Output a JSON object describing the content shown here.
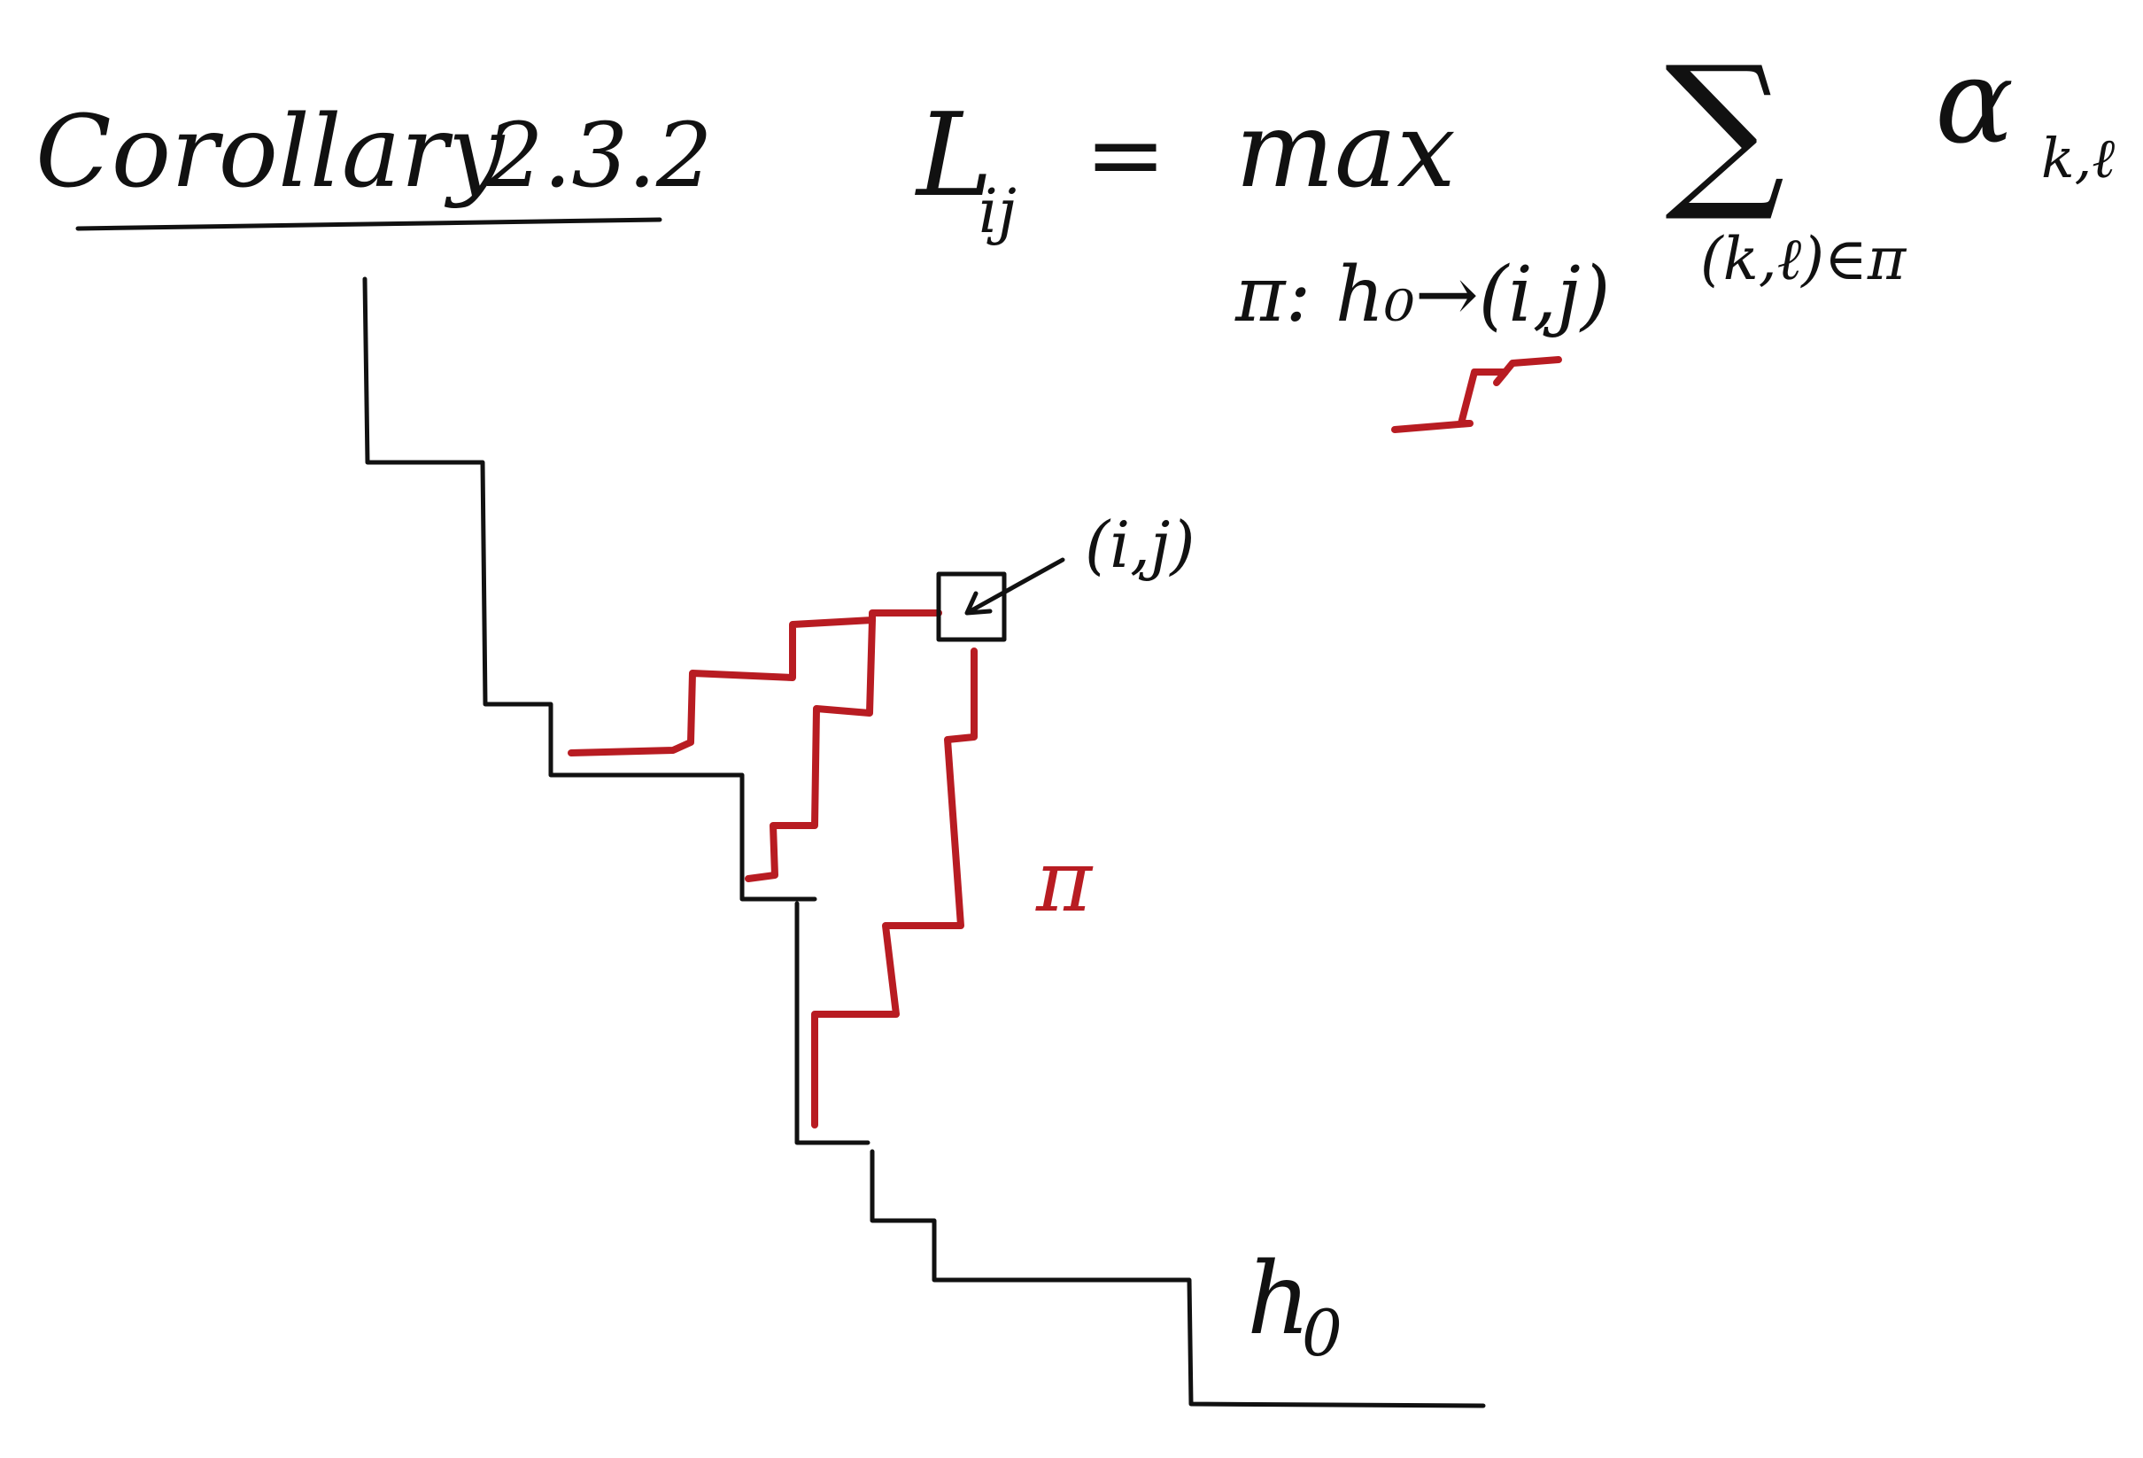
{
  "heading": {
    "word": "Corollary",
    "number": "2.3.2"
  },
  "formula": {
    "lhs_symbol": "L",
    "lhs_subscript": "ij",
    "equals": "=",
    "operator": "max",
    "sum_symbol": "∑",
    "summand_symbol": "α",
    "summand_subscript": "k,ℓ",
    "max_condition": "π: h₀→(i,j)",
    "sum_condition": "(k,ℓ)∈π"
  },
  "diagram": {
    "cell_label": "(i,j)",
    "path_label": "π",
    "boundary_label": "h",
    "boundary_subscript": "0"
  },
  "colors": {
    "ink": "#111111",
    "path": "#b81c22",
    "background": "#ffffff"
  }
}
